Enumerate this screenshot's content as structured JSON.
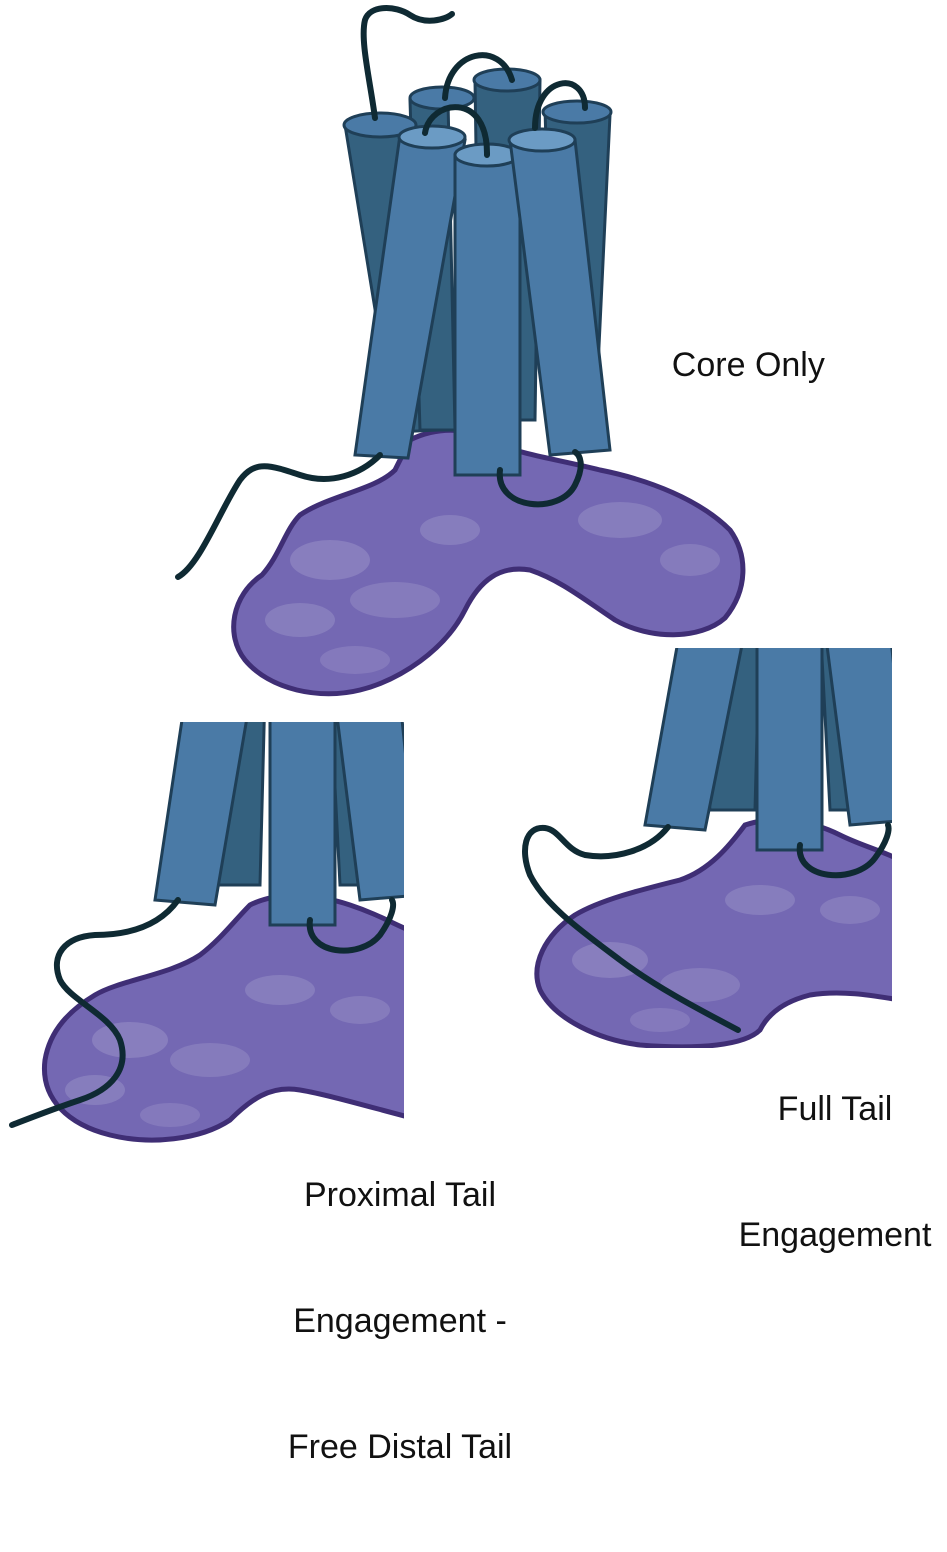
{
  "panels": {
    "core_only": {
      "label": "Core Only"
    },
    "proximal_tail": {
      "label_lines": [
        "Proximal Tail",
        "Engagement -",
        "Free Distal Tail"
      ]
    },
    "full_tail": {
      "label_lines": [
        "Full Tail",
        "Engagement"
      ]
    }
  },
  "colors": {
    "helix_front": "#4a7aa6",
    "helix_back": "#34617f",
    "helix_top": "#6b9bc4",
    "helix_outline": "#1f3f57",
    "protein_fill": "#7468b3",
    "protein_mottle": "#8f86c2",
    "protein_outline": "#3f2e75",
    "tail": "#0f2a33"
  },
  "icons": {
    "receptor": "seven-transmembrane-helix-bundle-icon",
    "protein": "intracellular-binding-protein-icon",
    "tail": "c-terminal-tail-icon"
  }
}
